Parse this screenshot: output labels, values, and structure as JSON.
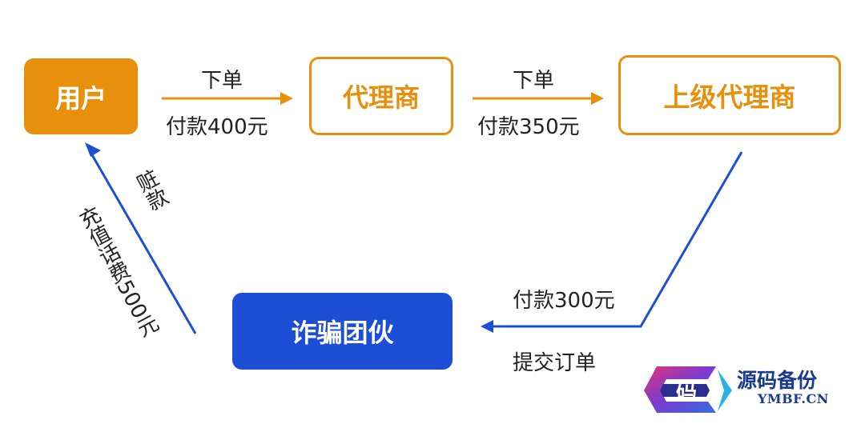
{
  "colors": {
    "orange": "#e8900c",
    "blue": "#1c4fd6",
    "text": "#222222"
  },
  "nodes": {
    "user": "用户",
    "agent": "代理商",
    "upper_agent": "上级代理商",
    "fraud_group": "诈骗团伙"
  },
  "edges": {
    "user_to_agent": {
      "top": "下单",
      "bottom": "付款400元"
    },
    "agent_to_upper": {
      "top": "下单",
      "bottom": "付款350元"
    },
    "upper_to_fraud": {
      "top": "付款300元",
      "bottom": "提交订单"
    },
    "fraud_to_user": {
      "inner": "赃款",
      "outer": "充值话费500元"
    }
  },
  "watermark": {
    "glyph": "码",
    "title": "源码备份",
    "subtitle": "YMBF.CN"
  }
}
